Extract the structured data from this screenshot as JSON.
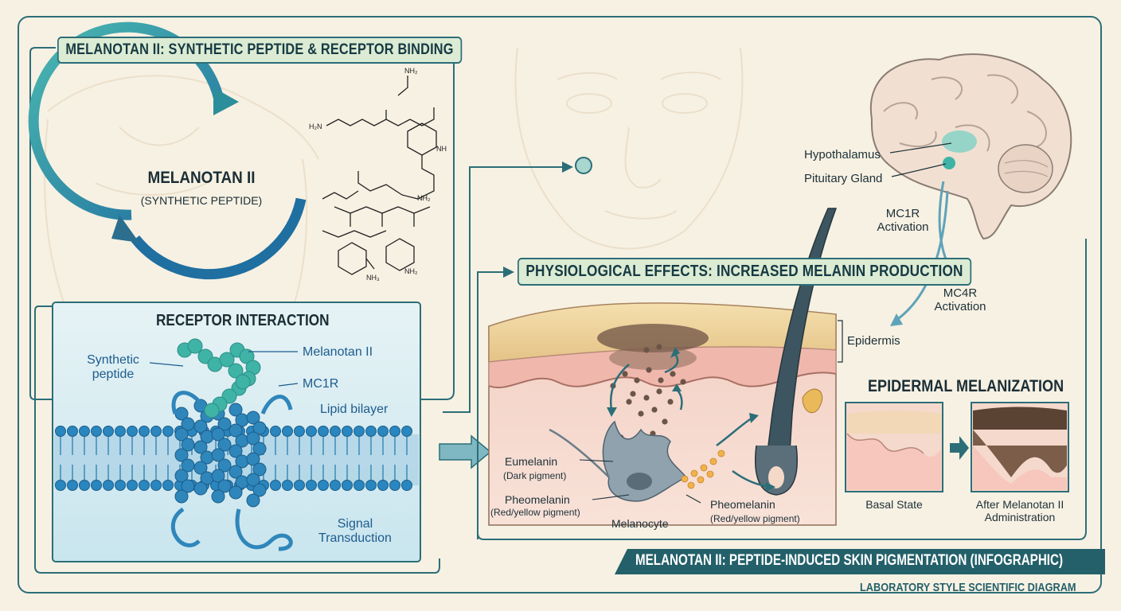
{
  "section1": {
    "header": "MELANOTAN II: SYNTHETIC PEPTIDE & RECEPTOR BINDING",
    "cycle_title": "MELANOTAN II",
    "cycle_subtitle": "(SYNTHETIC PEPTIDE)",
    "chem_labels": [
      "H2N",
      "NH2",
      "NH",
      "NH2",
      "NH2",
      "NH3"
    ]
  },
  "receptor": {
    "title": "RECEPTOR INTERACTION",
    "synthetic_peptide": "Synthetic\npeptide",
    "melanotan": "Melanotan II",
    "mc1r": "MC1R",
    "lipid": "Lipid bilayer",
    "signal": "Signal\nTransduction"
  },
  "brain": {
    "hypothalamus": "Hypothalamus",
    "pituitary": "Pituitary Gland",
    "mc1r_activation": "MC1R\nActivation",
    "mc4r_activation": "MC4R\nActivation"
  },
  "physio": {
    "header": "PHYSIOLOGICAL EFFECTS: INCREASED MELANIN PRODUCTION",
    "epidermis": "Epidermis",
    "eumelanin": "Eumelanin",
    "eumelanin_sub": "(Dark pigment)",
    "pheomelanin_left": "Pheomelanin",
    "pheomelanin_left_sub": "(Red/yellow pigment)",
    "melanocyte": "Melanocyte",
    "pheomelanin_right": "Pheomelanin",
    "pheomelanin_right_sub": "(Red/yellow pigment)"
  },
  "melanization": {
    "title": "EPIDERMAL MELANIZATION",
    "basal": "Basal State",
    "after": "After Melanotan II\nAdministration"
  },
  "footer": {
    "title": "MELANOTAN II: PEPTIDE-INDUCED SKIN PIGMENTATION (INFOGRAPHIC)",
    "subtitle": "LABORATORY STYLE SCIENTIFIC DIAGRAM"
  },
  "colors": {
    "teal": "#2c6e78",
    "membrane_blue": "#2a7fb0",
    "peptide_teal": "#3fb3a6",
    "header_bg": "#dcebd3",
    "skin_top": "#e9cf96",
    "dermis": "#f2c9bd"
  }
}
